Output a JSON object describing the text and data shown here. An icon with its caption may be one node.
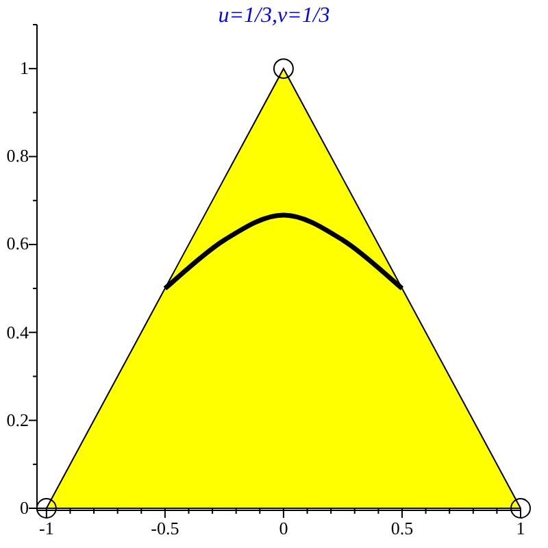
{
  "diagram": {
    "chart_data": {
      "type": "line",
      "title": "u=1/3,v=1/3",
      "x": [
        -1,
        -0.75,
        -0.5,
        -0.25,
        0,
        0.25,
        0.5,
        0.75,
        1
      ],
      "series": [
        {
          "color": "#000000",
          "values": [
            0,
            0.25,
            0.5,
            0.75,
            1,
            0.75,
            0.5,
            0.25,
            0
          ]
        },
        {
          "color": "#000000",
          "values": [
            null,
            null,
            0.5,
            0.61,
            0.667,
            0.61,
            0.5,
            null,
            null
          ]
        }
      ],
      "xlim": [
        -1.04,
        1
      ],
      "ylim": [
        0,
        1.1
      ],
      "xticks": [
        -1,
        -0.5,
        0,
        0.5,
        1
      ],
      "yticks": [
        0,
        0.2,
        0.4,
        0.6,
        0.8,
        1
      ]
    }
  }
}
